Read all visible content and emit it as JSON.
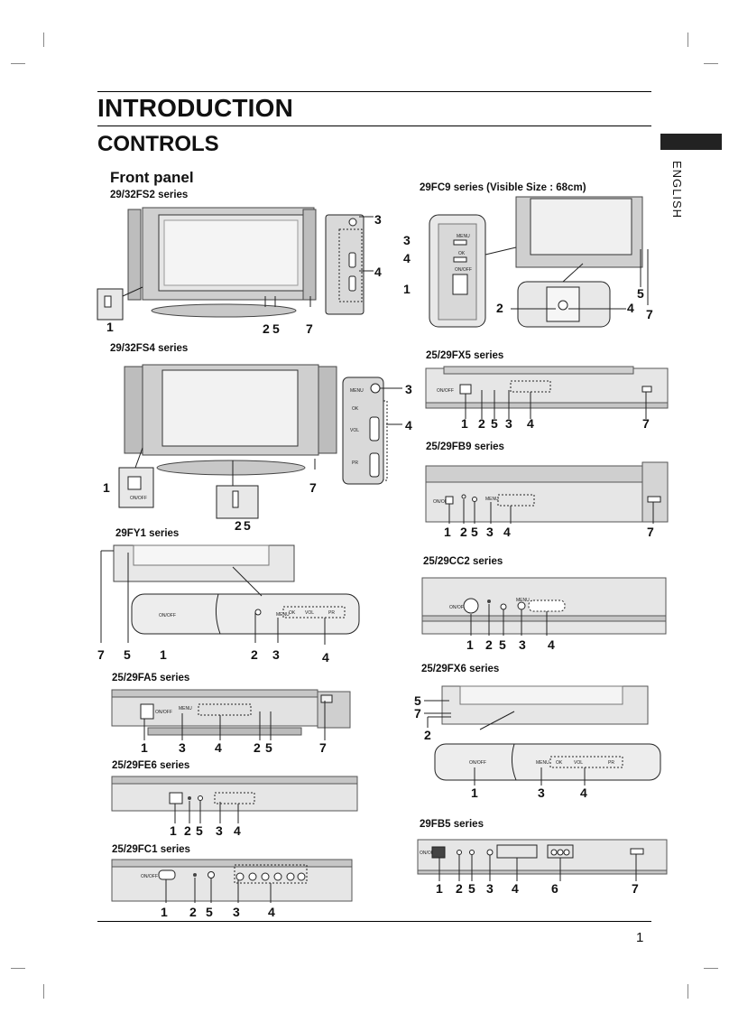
{
  "title": "INTRODUCTION",
  "subtitle": "CONTROLS",
  "section": "Front panel",
  "language": "ENGLISH",
  "page_number": "1",
  "panel_labels": {
    "menu": "MENU",
    "ok": "OK",
    "vol": "VOL",
    "pr": "PR",
    "onoff": "ON/OFF"
  },
  "figures": [
    {
      "id": "fs2",
      "title": "29/32FS2 series",
      "numbers": [
        "1",
        "2",
        "5",
        "3",
        "4",
        "7"
      ]
    },
    {
      "id": "fs4",
      "title": "29/32FS4 series",
      "numbers": [
        "1",
        "2",
        "5",
        "3",
        "4",
        "7"
      ]
    },
    {
      "id": "fy1",
      "title": "29FY1 series",
      "numbers": [
        "7",
        "5",
        "1",
        "2",
        "3",
        "4"
      ]
    },
    {
      "id": "fa5",
      "title": "25/29FA5 series",
      "numbers": [
        "1",
        "3",
        "4",
        "2",
        "5",
        "7"
      ]
    },
    {
      "id": "fe6",
      "title": "25/29FE6 series",
      "numbers": [
        "1",
        "2",
        "5",
        "3",
        "4"
      ]
    },
    {
      "id": "fc1",
      "title": "25/29FC1 series",
      "numbers": [
        "1",
        "2",
        "5",
        "3",
        "4"
      ]
    },
    {
      "id": "fc9",
      "title": "29FC9 series (Visible Size : 68cm)",
      "numbers": [
        "3",
        "4",
        "1",
        "5",
        "7",
        "2",
        "4"
      ]
    },
    {
      "id": "fx5",
      "title": "25/29FX5 series",
      "numbers": [
        "1",
        "2",
        "5",
        "3",
        "4",
        "7"
      ]
    },
    {
      "id": "fb9",
      "title": "25/29FB9 series",
      "numbers": [
        "1",
        "2",
        "5",
        "3",
        "4",
        "7"
      ]
    },
    {
      "id": "cc2",
      "title": "25/29CC2 series",
      "numbers": [
        "1",
        "2",
        "5",
        "3",
        "4"
      ]
    },
    {
      "id": "fx6",
      "title": "25/29FX6 series",
      "numbers": [
        "5",
        "7",
        "2",
        "1",
        "3",
        "4"
      ]
    },
    {
      "id": "fb5",
      "title": "29FB5 series",
      "numbers": [
        "1",
        "2",
        "5",
        "3",
        "4",
        "6",
        "7"
      ]
    }
  ]
}
